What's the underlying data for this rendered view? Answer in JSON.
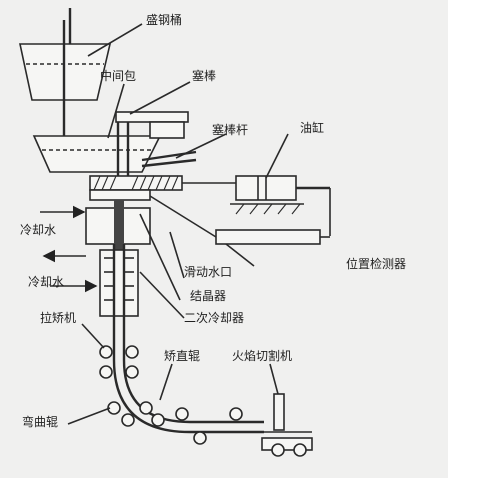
{
  "labels": {
    "ladle": "盛钢桶",
    "tundish": "中间包",
    "stopper": "塞棒",
    "stopper_rod": "塞棒杆",
    "cylinder": "油缸",
    "cooling_water_1": "冷却水",
    "cooling_water_2": "冷却水",
    "sliding_nozzle": "滑动水口",
    "position_detector": "位置检测器",
    "crystallizer": "结晶器",
    "secondary_cooler": "二次冷却器",
    "withdrawal_straightener": "拉矫机",
    "straightening_roll": "矫直辊",
    "flame_cutter": "火焰切割机",
    "bending_roll": "弯曲辊"
  }
}
